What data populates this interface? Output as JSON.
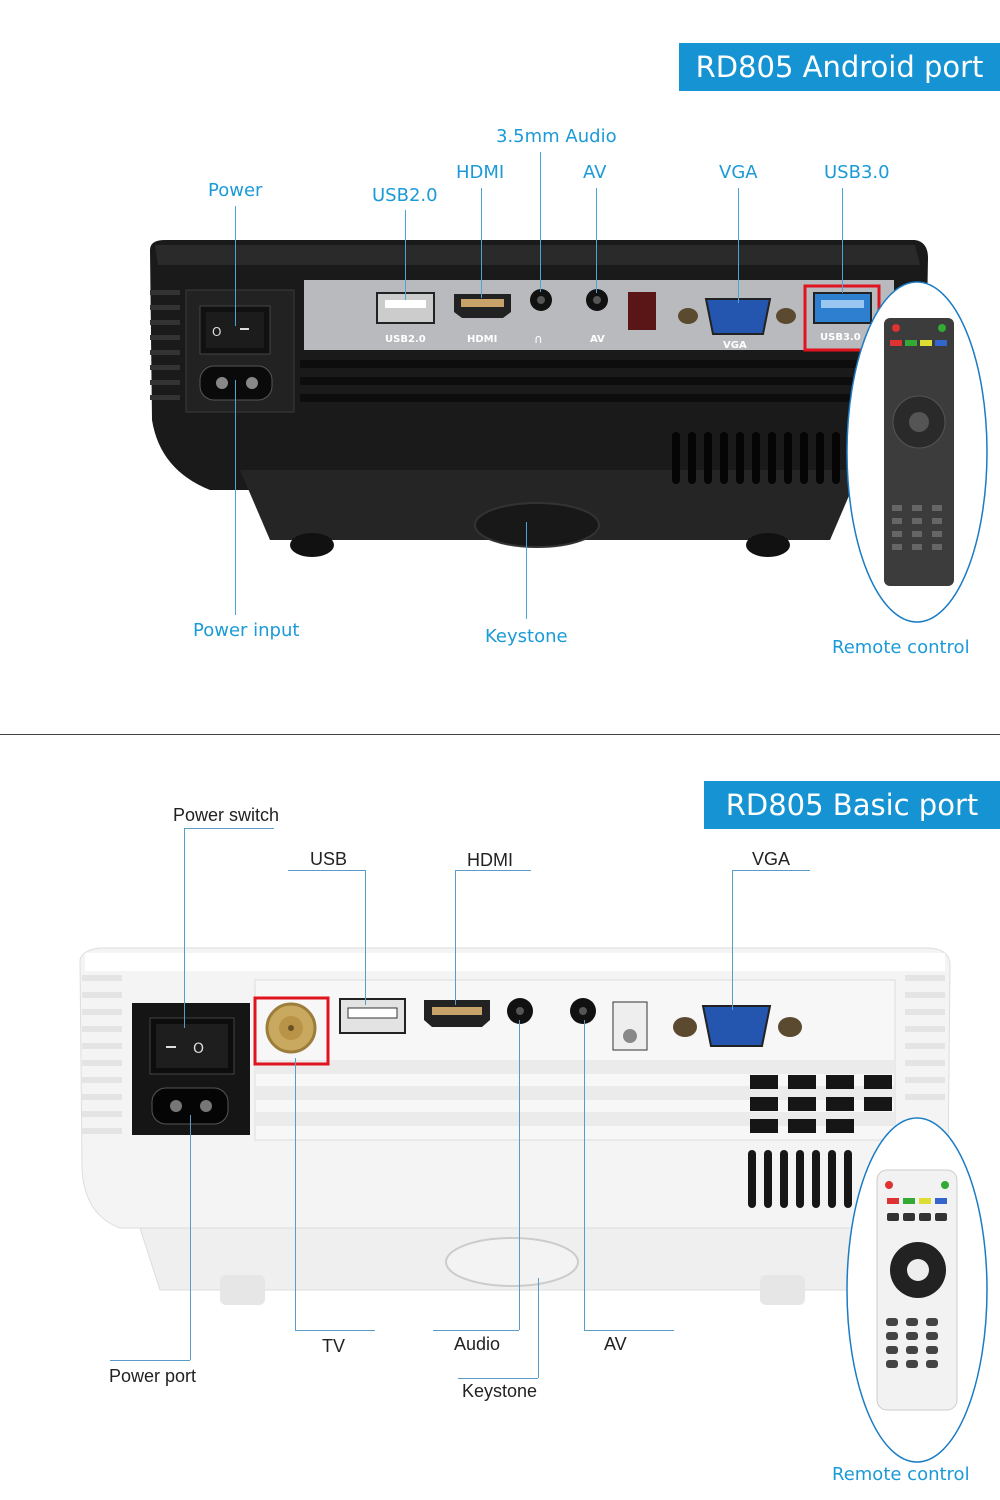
{
  "top": {
    "banner": "RD805 Android port",
    "labels": {
      "audio": "3.5mm Audio",
      "hdmi": "HDMI",
      "av": "AV",
      "vga": "VGA",
      "usb3": "USB3.0",
      "power": "Power",
      "usb2": "USB2.0",
      "power_input": "Power input",
      "keystone": "Keystone",
      "remote": "Remote control"
    },
    "panel_text": {
      "usb2": "USB2.0",
      "hdmi": "HDMI",
      "av": "AV",
      "vga": "VGA",
      "usb3": "USB3.0"
    }
  },
  "bottom": {
    "banner": "RD805 Basic port",
    "labels": {
      "power_switch": "Power switch",
      "usb": "USB",
      "hdmi": "HDMI",
      "vga": "VGA",
      "tv": "TV",
      "audio": "Audio",
      "av": "AV",
      "power_port": "Power port",
      "keystone": "Keystone",
      "remote": "Remote control"
    }
  },
  "colors": {
    "accent": "#1693d2",
    "label_blue": "#1b9ad8",
    "highlight": "#e0141e"
  }
}
